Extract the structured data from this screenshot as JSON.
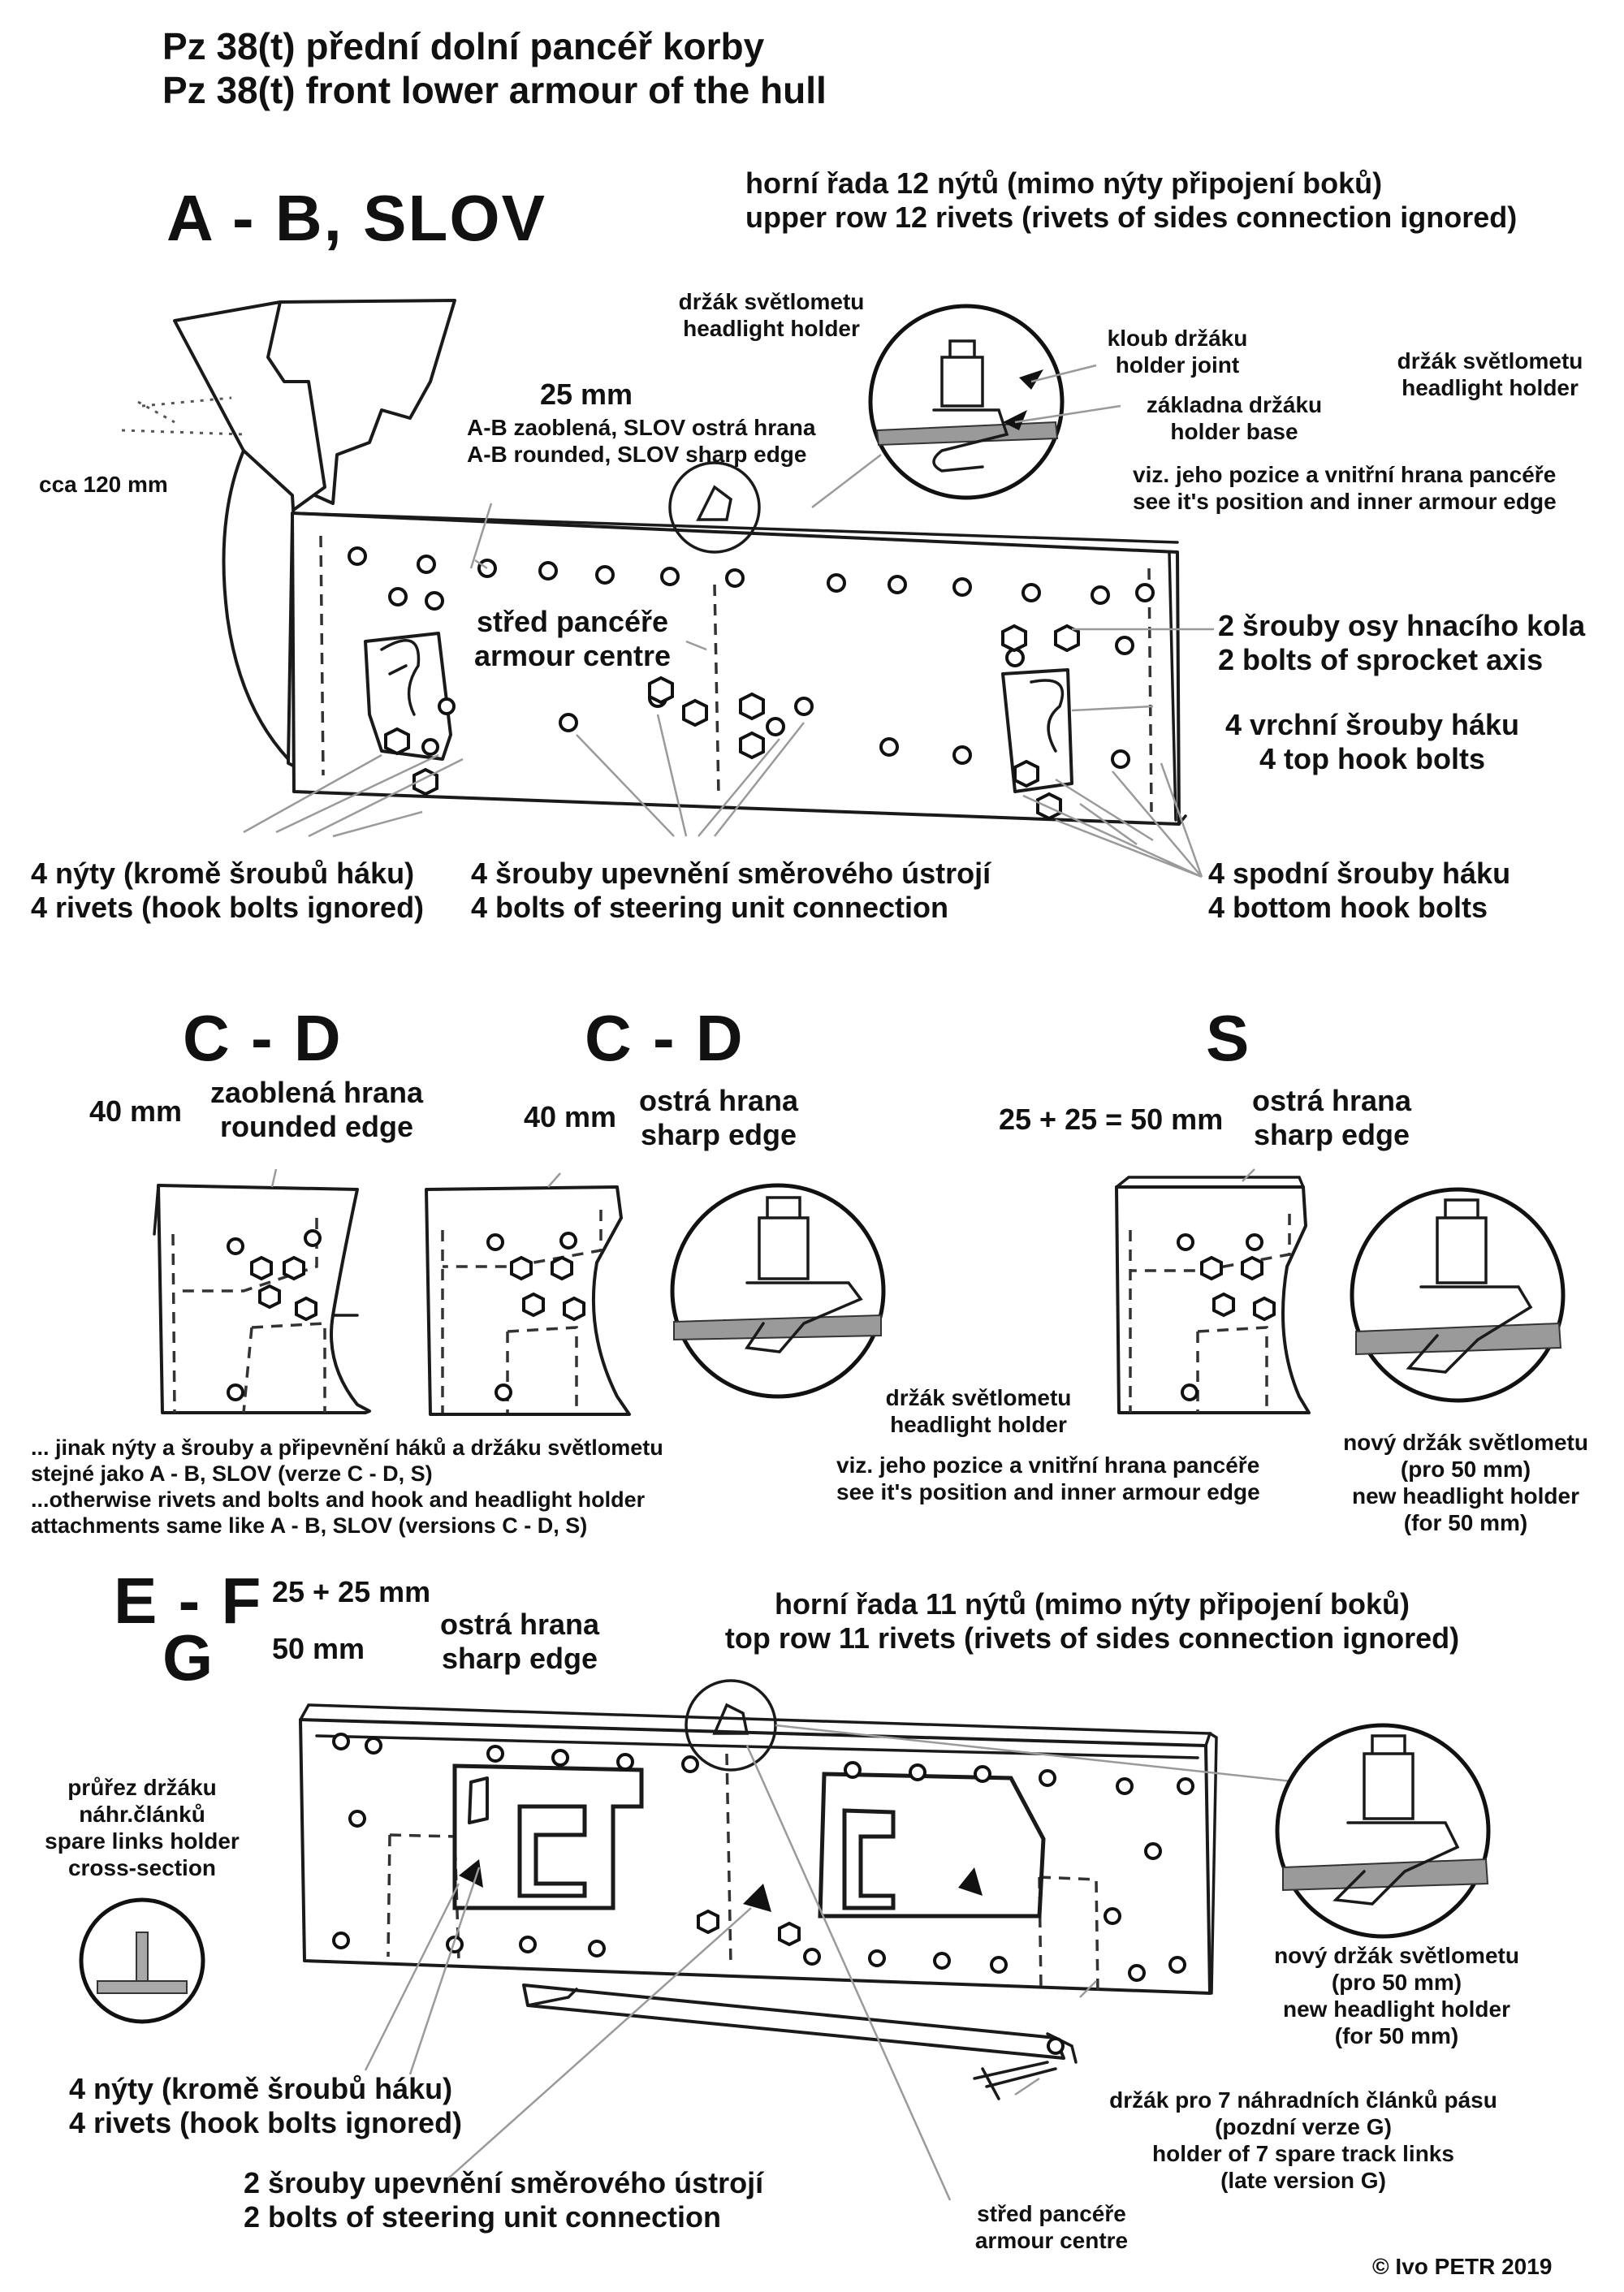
{
  "title": {
    "cz": "Pz 38(t) přední dolní pancéř korby",
    "en": "Pz 38(t) front lower armour of the hull"
  },
  "section_ab": {
    "heading": "A - B, SLOV",
    "top_row_cz": "horní řada 12 nýtů  (mimo nýty připojení boků)",
    "top_row_en": "upper row 12  rivets (rivets of sides connection ignored)",
    "holder_label_cz": "držák světlometu",
    "holder_label_en": "headlight holder",
    "joint_cz": "kloub držáku",
    "joint_en": "holder joint",
    "base_cz": "základna držáku",
    "base_en": "holder base",
    "holder_label2_cz": "držák světlometu",
    "holder_label2_en": "headlight holder",
    "position_note_cz": "viz. jeho pozice a vnitřní hrana pancéře",
    "position_note_en": "see it's position and inner armour edge",
    "thickness": "25 mm",
    "edge_cz": "A-B zaoblená, SLOV ostrá hrana",
    "edge_en": "A-B rounded, SLOV sharp edge",
    "cca": "cca 120 mm",
    "centre_cz": "střed pancéře",
    "centre_en": "armour centre",
    "sprocket_cz": "2 šrouby osy hnacího kola",
    "sprocket_en": "2 bolts of sprocket axis",
    "top_hook_cz": "4 vrchní šrouby háku",
    "top_hook_en": "4 top hook bolts",
    "rivets_cz": "4 nýty (kromě šroubů háku)",
    "rivets_en": "4 rivets (hook bolts ignored)",
    "steering_cz": "4 šrouby upevnění směrového ústrojí",
    "steering_en": "4 bolts of steering unit connection",
    "bottom_hook_cz": "4 spodní šrouby háku",
    "bottom_hook_en": "4 bottom hook bolts"
  },
  "section_cd_rounded": {
    "heading": "C - D",
    "thickness": "40 mm",
    "edge_cz": "zaoblená hrana",
    "edge_en": "rounded edge"
  },
  "section_cd_sharp": {
    "heading": "C - D",
    "thickness": "40 mm",
    "edge_cz": "ostrá hrana",
    "edge_en": "sharp edge",
    "holder_cz": "držák světlometu",
    "holder_en": "headlight holder",
    "position_note_cz": "viz. jeho pozice a vnitřní hrana pancéře",
    "position_note_en": "see it's position and inner armour edge"
  },
  "section_s": {
    "heading": "S",
    "thickness": "25 + 25 = 50 mm",
    "edge_cz": "ostrá hrana",
    "edge_en": "sharp edge",
    "new_holder_cz": "nový držák světlometu",
    "new_holder_cz2": "(pro 50 mm)",
    "new_holder_en": "new headlight holder",
    "new_holder_en2": "(for 50 mm)"
  },
  "note_same": {
    "cz1": "... jinak nýty a šrouby a připevnění háků a držáku světlometu",
    "cz2": "stejné jako A - B, SLOV (verze C - D, S)",
    "en1": "...otherwise rivets and bolts and hook and headlight holder",
    "en2": "attachments same like A - B, SLOV (versions C - D, S)"
  },
  "section_efg": {
    "heading_ef": "E - F",
    "heading_g": "G",
    "thickness_ef": "25 + 25 mm",
    "thickness_g": "50 mm",
    "edge_cz": "ostrá hrana",
    "edge_en": "sharp edge",
    "top_row_cz": "horní řada 11 nýtů (mimo nýty připojení boků)",
    "top_row_en": "top row 11 rivets (rivets of sides connection ignored)",
    "cross_cz1": "průřez držáku",
    "cross_cz2": "náhr.článků",
    "cross_en1": "spare links holder",
    "cross_en2": "cross-section",
    "new_holder_cz": "nový držák světlometu",
    "new_holder_cz2": "(pro 50 mm)",
    "new_holder_en": "new headlight holder",
    "new_holder_en2": "(for 50 mm)",
    "rivets_cz": "4 nýty (kromě šroubů háku)",
    "rivets_en": "4 rivets (hook bolts ignored)",
    "spare_cz": "držák pro 7 náhradních článků pásu",
    "spare_cz2": "(pozdní verze G)",
    "spare_en": "holder of 7 spare track links",
    "spare_en2": "(late version G)",
    "steering_cz": "2 šrouby upevnění směrového ústrojí",
    "steering_en": "2 bolts of steering unit connection",
    "centre_cz": "střed pancéře",
    "centre_en": "armour centre"
  },
  "copyright": "© Ivo PETR  2019"
}
